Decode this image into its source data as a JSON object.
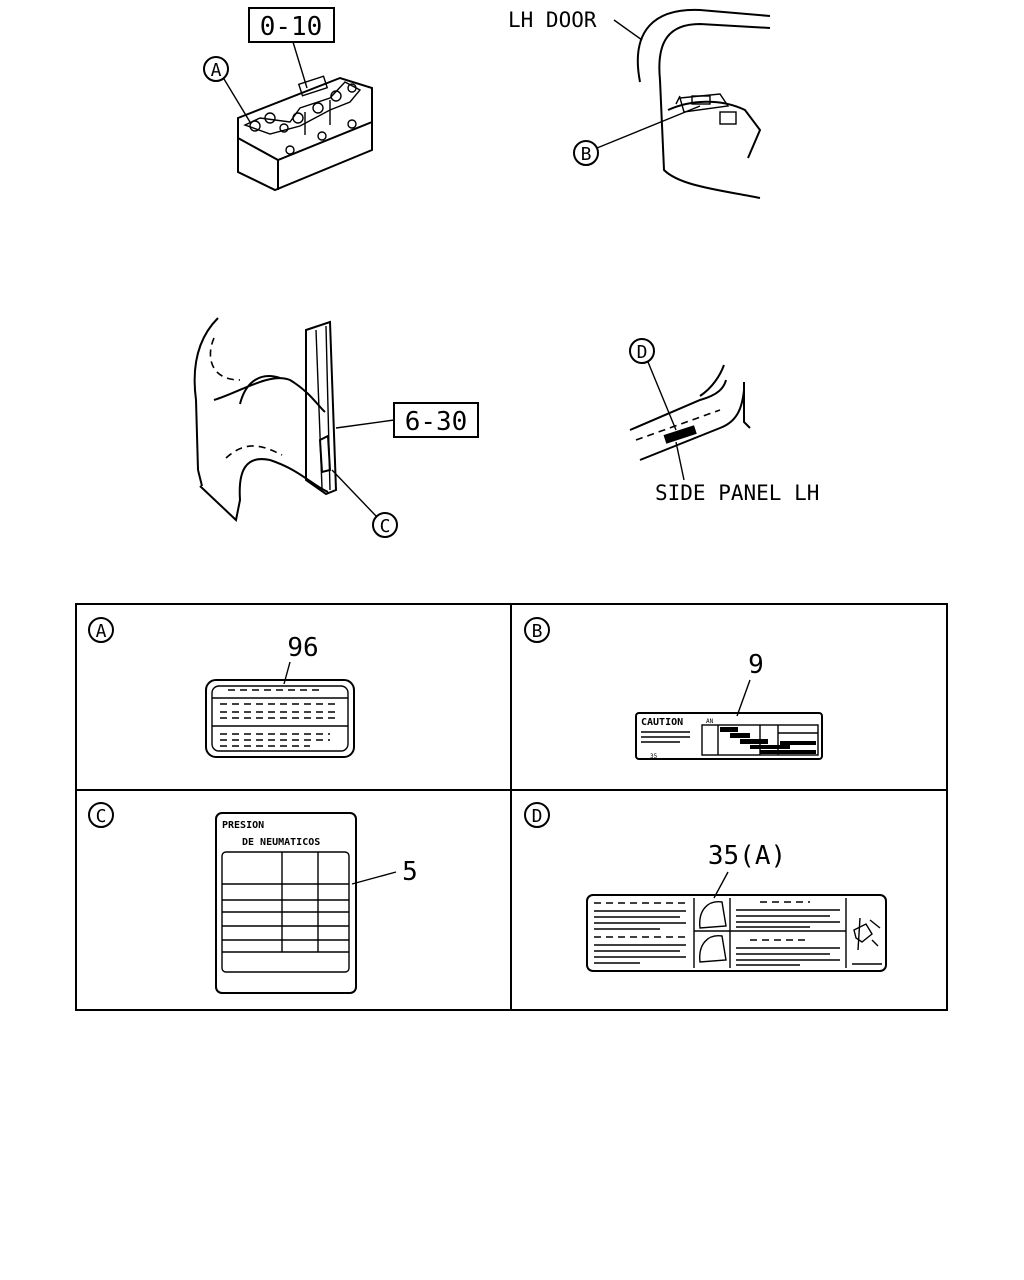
{
  "callouts": {
    "ref_top": "0-10",
    "ref_mid": "6-30",
    "a": "A",
    "b": "B",
    "c": "C",
    "d": "D"
  },
  "locations": {
    "lh_door": "LH DOOR",
    "side_panel": "SIDE PANEL LH"
  },
  "panels": [
    {
      "letter": "A",
      "part_number": "96"
    },
    {
      "letter": "B",
      "part_number": "9",
      "label_title": "CAUTION",
      "label_small_1": "AN",
      "label_small_2": "35"
    },
    {
      "letter": "C",
      "part_number": "5",
      "label_line_1": "PRESION",
      "label_line_2": "DE NEUMATICOS"
    },
    {
      "letter": "D",
      "part_number": "35(A)"
    }
  ]
}
